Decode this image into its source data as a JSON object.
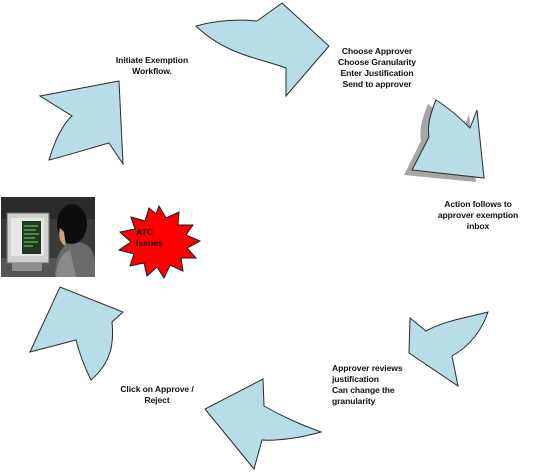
{
  "diagram": {
    "steps": [
      {
        "id": "initiate",
        "text": "Initiate Exemption\nWorkflow."
      },
      {
        "id": "choose",
        "text": "Choose Approver\nChoose Granularity\nEnter Justification\nSend to approver"
      },
      {
        "id": "inbox",
        "text": "Action follows to\napprover exemption\ninbox"
      },
      {
        "id": "review",
        "text": "Approver reviews\njustification\nCan change the\ngranularity"
      },
      {
        "id": "approve",
        "text": "Click on Approve /\nReject"
      }
    ],
    "burst_label": "ATC\nIssues",
    "colors": {
      "arrow_fill": "#b7dde6",
      "arrow_stroke": "#2b2b2b",
      "arrow_shadow": "#a6a6a6",
      "burst_fill": "#ff0000",
      "burst_stroke": "#1a1a1a"
    }
  }
}
